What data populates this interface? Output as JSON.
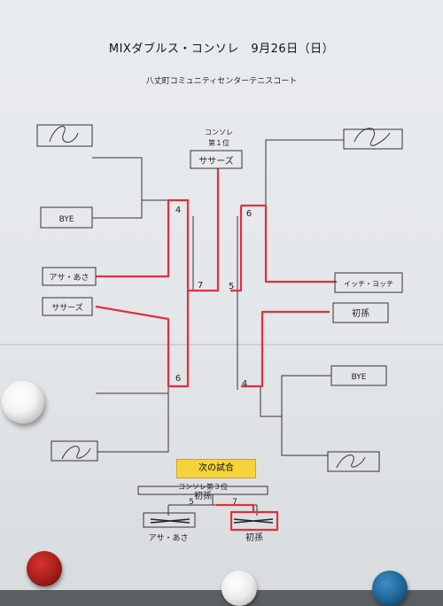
{
  "header": {
    "title": "MIXダブルス・コンソレ　9月26日（日）",
    "venue": "八丈町コミュニティセンターテニスコート"
  },
  "winner_label": {
    "line1": "コンソレ",
    "line2": "第１位",
    "name": "ササーズ"
  },
  "left": {
    "slot_bye": "BYE",
    "slot_a": "アサ・あさ",
    "slot_b": "ササーズ",
    "score_top": "4",
    "score_bottom": "6",
    "score_semi": "7"
  },
  "right": {
    "slot_a": "イッチ・ヨッチ",
    "slot_b": "初孫",
    "slot_bye": "BYE",
    "score_top": "6",
    "score_bottom": "4",
    "score_semi": "5"
  },
  "third_place": {
    "header": "次の試合",
    "title": "コンソレ第３位",
    "winner": "初孫",
    "score_left": "5",
    "score_right": "7",
    "slot_left": "アサ・あさ",
    "slot_right": "初孫"
  },
  "colors": {
    "red_line": "#e0303a",
    "yellow_label": "#f5d33a"
  }
}
